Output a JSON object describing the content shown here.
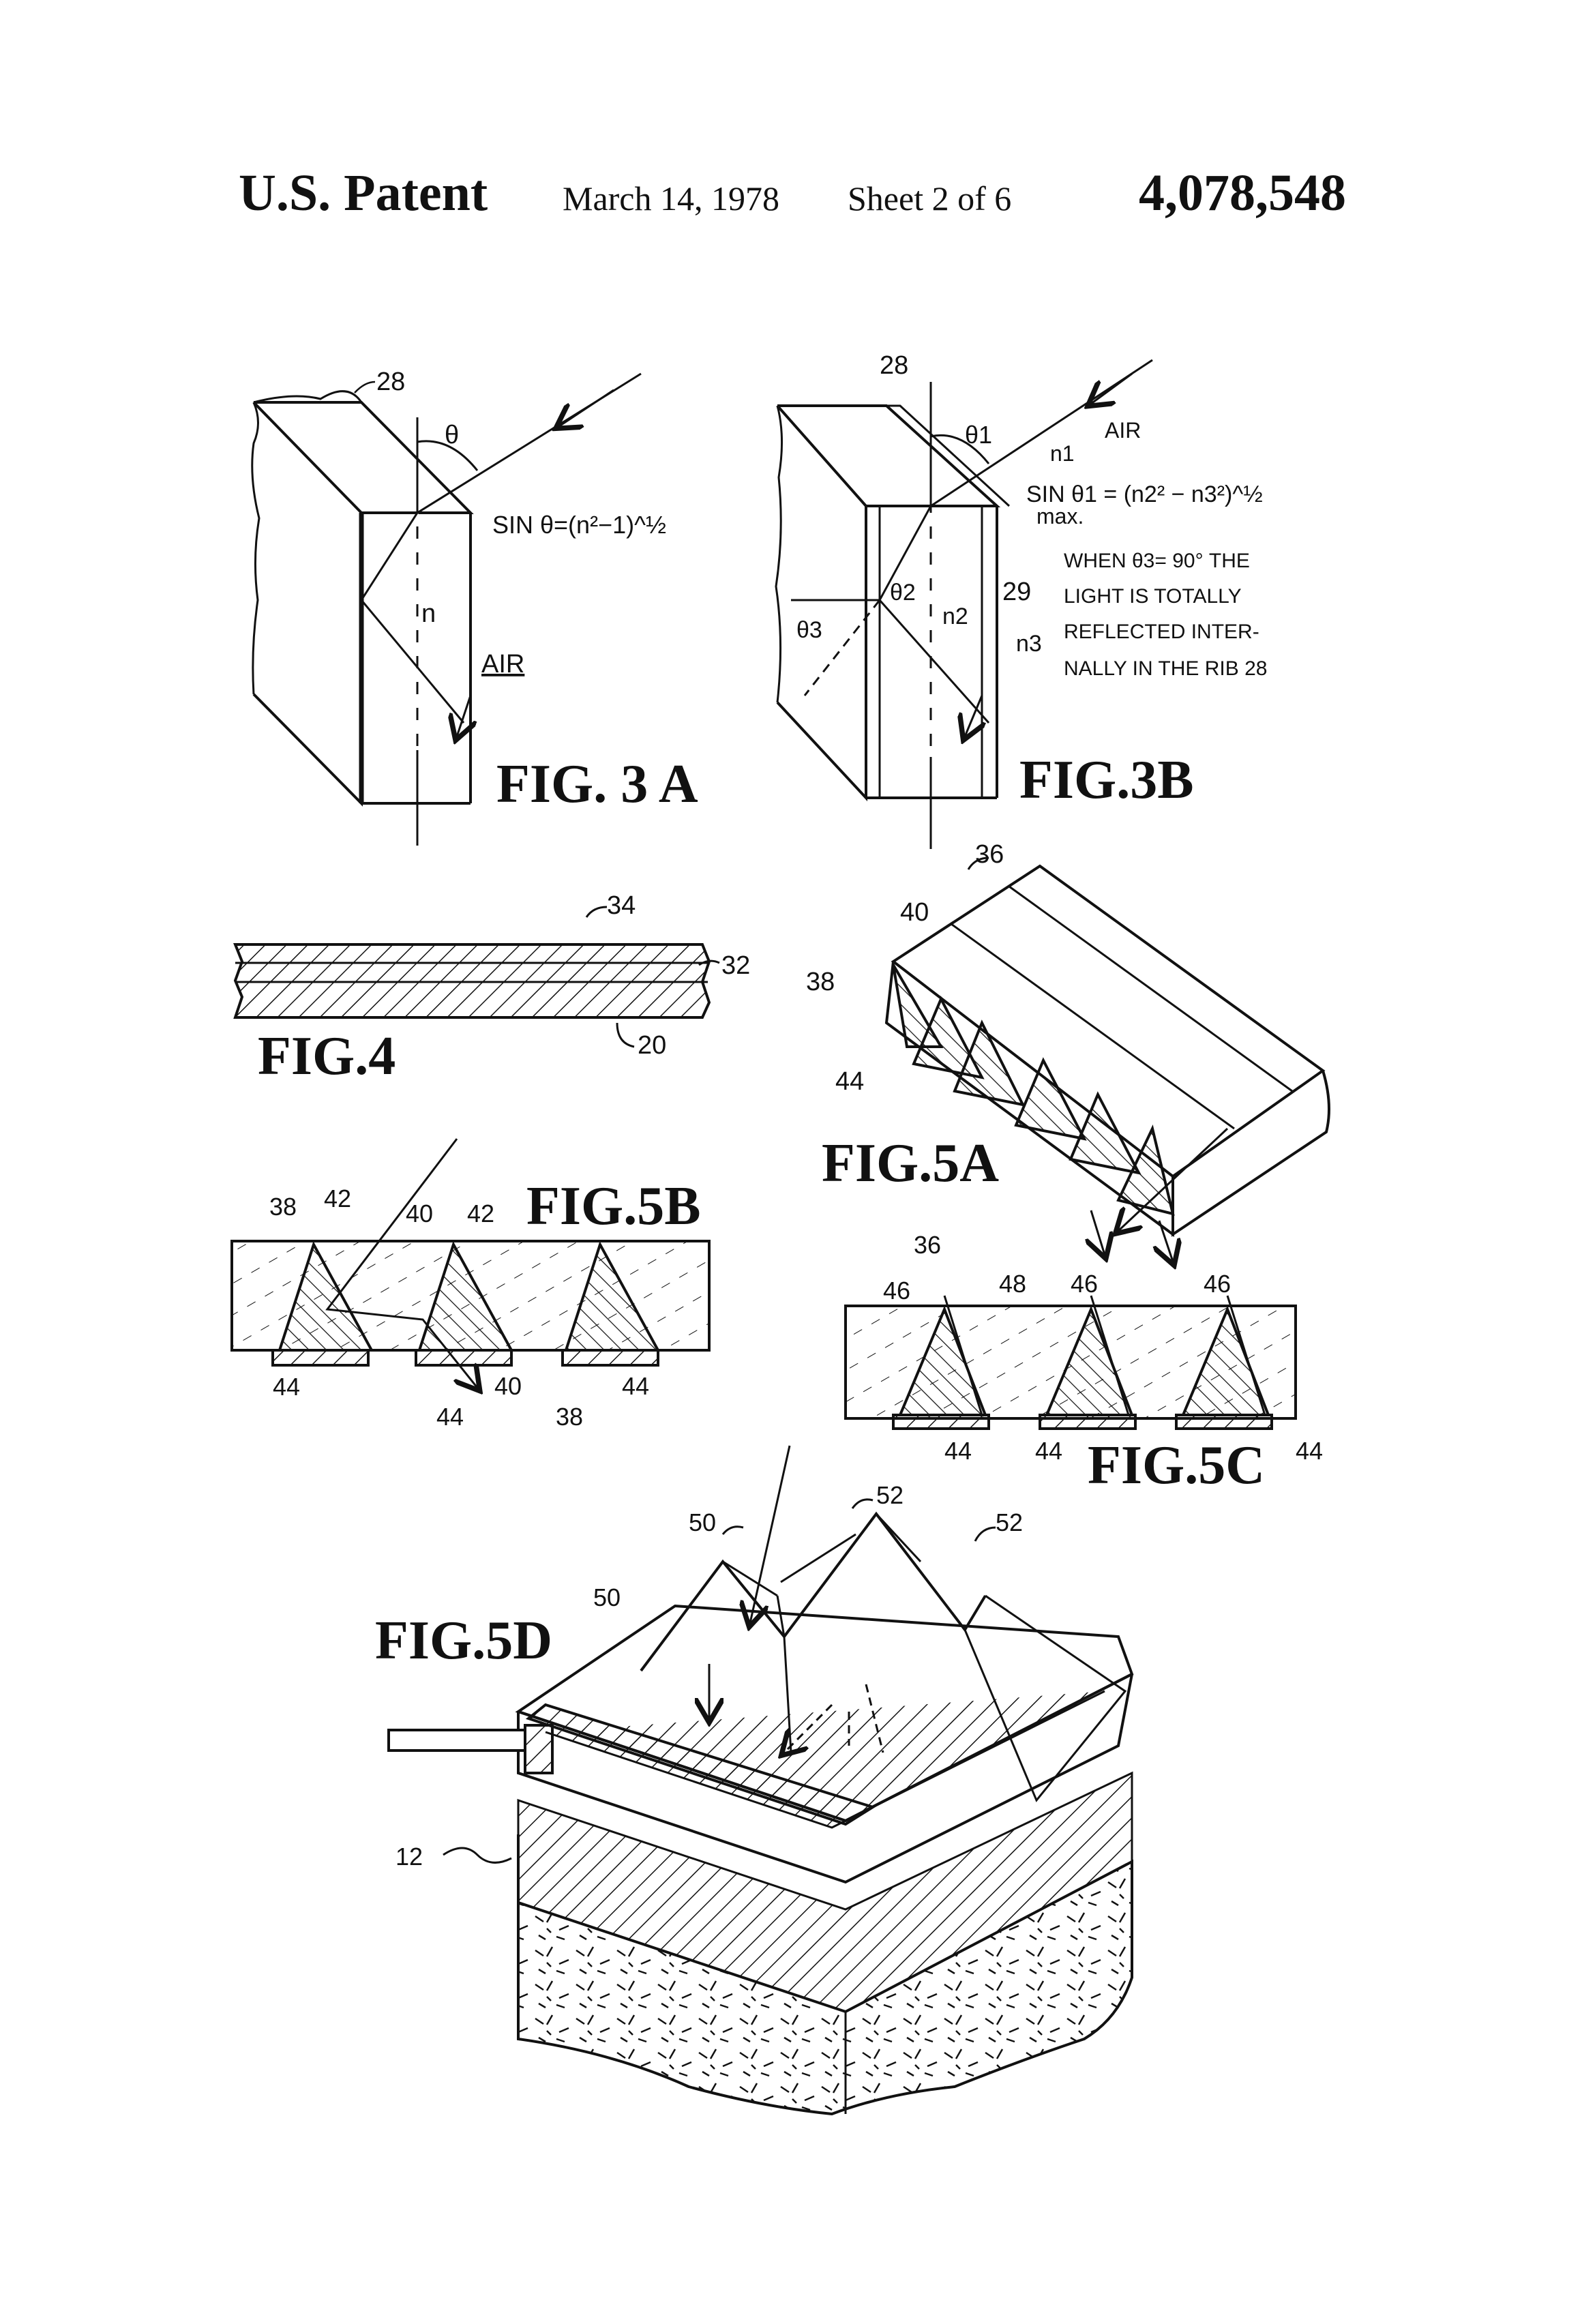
{
  "header": {
    "title": "U.S. Patent",
    "date": "March 14, 1978",
    "sheet": "Sheet 2 of 6",
    "number": "4,078,548"
  },
  "figures": {
    "fig3a": {
      "label": "FIG. 3 A",
      "ref_28": "28",
      "theta": "θ",
      "formula": "SIN θ=(n²−1)^½",
      "n": "n",
      "air": "AIR"
    },
    "fig3b": {
      "label": "FIG.3B",
      "ref_28": "28",
      "ref_29": "29",
      "theta1": "θ1",
      "theta2": "θ2",
      "theta3": "θ3",
      "n1": "n1",
      "n2": "n2",
      "n3": "n3",
      "air": "AIR",
      "formula_1": "SIN θ1 = (n2² − n3²)^½",
      "formula_2": "max.",
      "note_1": "WHEN θ3= 90° THE",
      "note_2": "LIGHT IS TOTALLY",
      "note_3": "REFLECTED INTER-",
      "note_4": "NALLY IN THE RIB 28"
    },
    "fig4": {
      "label": "FIG.4",
      "ref_34": "34",
      "ref_32": "32",
      "ref_20": "20"
    },
    "fig5a": {
      "label": "FIG.5A",
      "ref_36": "36",
      "ref_40": "40",
      "ref_38": "38",
      "ref_44": "44"
    },
    "fig5b": {
      "label": "FIG.5B",
      "ref_38": "38",
      "ref_42a": "42",
      "ref_40": "40",
      "ref_42b": "42",
      "ref_44a": "44",
      "ref_44b": "44",
      "ref_40b": "40",
      "ref_38b": "38",
      "ref_44c": "44"
    },
    "fig5c": {
      "label": "FIG.5C",
      "ref_36": "36",
      "ref_46a": "46",
      "ref_48": "48",
      "ref_46b": "46",
      "ref_46c": "46",
      "ref_44a": "44",
      "ref_44b": "44",
      "ref_44c": "44"
    },
    "fig5d": {
      "label": "FIG.5D",
      "ref_50a": "50",
      "ref_50b": "50",
      "ref_52a": "52",
      "ref_52b": "52",
      "ref_12": "12"
    }
  }
}
